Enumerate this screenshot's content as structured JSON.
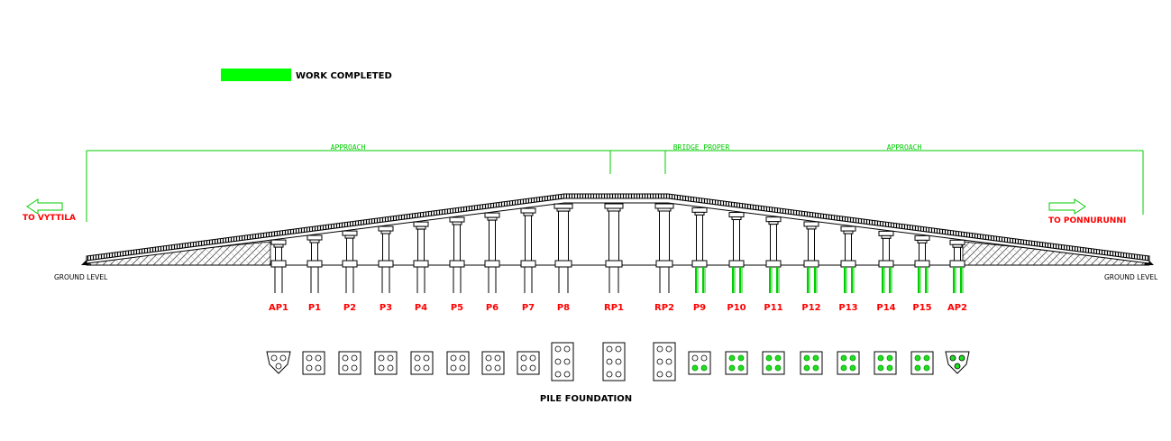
{
  "legend": {
    "label": "WORK COMPLETED",
    "color": "#00ff00"
  },
  "sections": {
    "approach_left": "APPROACH",
    "bridge_proper": "BRIDGE PROPER",
    "approach_right": "APPROACH"
  },
  "directions": {
    "left": "TO VYTTILA",
    "right": "TO PONNURUNNI"
  },
  "ground": {
    "left": "GROUND LEVEL",
    "right": "GROUND LEVEL"
  },
  "foundation_title": "PILE FOUNDATION",
  "colors": {
    "section_line": "#00cc00",
    "pier_label": "#ff0000",
    "completed": "#00cc00",
    "completed_fill": "#22dd22",
    "structure": "#000000"
  },
  "piers": [
    {
      "label": "AP1",
      "type": "abutment",
      "completed": false
    },
    {
      "label": "P1",
      "type": "pier",
      "completed": false
    },
    {
      "label": "P2",
      "type": "pier",
      "completed": false
    },
    {
      "label": "P3",
      "type": "pier",
      "completed": false
    },
    {
      "label": "P4",
      "type": "pier",
      "completed": false
    },
    {
      "label": "P5",
      "type": "pier",
      "completed": false
    },
    {
      "label": "P6",
      "type": "pier",
      "completed": false
    },
    {
      "label": "P7",
      "type": "pier",
      "completed": false
    },
    {
      "label": "P8",
      "type": "big",
      "completed": false
    },
    {
      "label": "RP1",
      "type": "big",
      "completed": false
    },
    {
      "label": "RP2",
      "type": "big",
      "completed": false
    },
    {
      "label": "P9",
      "type": "pier",
      "completed": true,
      "piles_done": 2
    },
    {
      "label": "P10",
      "type": "pier",
      "completed": true,
      "piles_done": 4
    },
    {
      "label": "P11",
      "type": "pier",
      "completed": true,
      "piles_done": 4
    },
    {
      "label": "P12",
      "type": "pier",
      "completed": true,
      "piles_done": 4
    },
    {
      "label": "P13",
      "type": "pier",
      "completed": true,
      "piles_done": 4
    },
    {
      "label": "P14",
      "type": "pier",
      "completed": true,
      "piles_done": 4
    },
    {
      "label": "P15",
      "type": "pier",
      "completed": true,
      "piles_done": 4
    },
    {
      "label": "AP2",
      "type": "abutment",
      "completed": true,
      "piles_done": 3
    }
  ]
}
